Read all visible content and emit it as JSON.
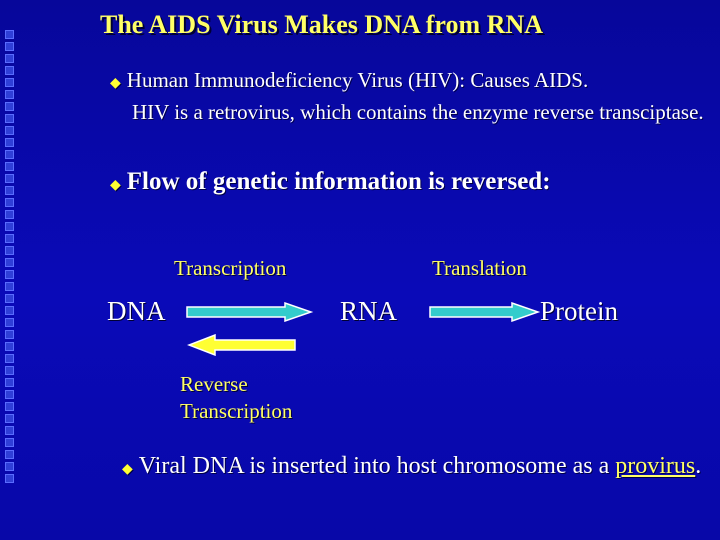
{
  "slide": {
    "title": "The AIDS Virus Makes DNA from RNA",
    "bullet1_line1": "Human Immunodeficiency Virus (HIV): Causes AIDS.",
    "bullet1_rest": "HIV is a retrovirus, which contains the enzyme reverse transciptase.",
    "bullet2": "Flow of genetic information is reversed:",
    "diagram": {
      "transcription": "Transcription",
      "translation": "Translation",
      "dna": "DNA",
      "rna": "RNA",
      "protein": "Protein",
      "reverse_line1": "Reverse",
      "reverse_line2": "Transcription"
    },
    "bullet3_before": "Viral DNA is inserted into host chromosome as a ",
    "bullet3_link": "provirus",
    "bullet3_after": "."
  },
  "colors": {
    "title": "#ffff66",
    "arrow_forward": "#33cccc",
    "arrow_reverse": "#ffff33",
    "bullet_marker": "#ffff33"
  },
  "icons": {
    "bullet": "diamond-icon"
  }
}
